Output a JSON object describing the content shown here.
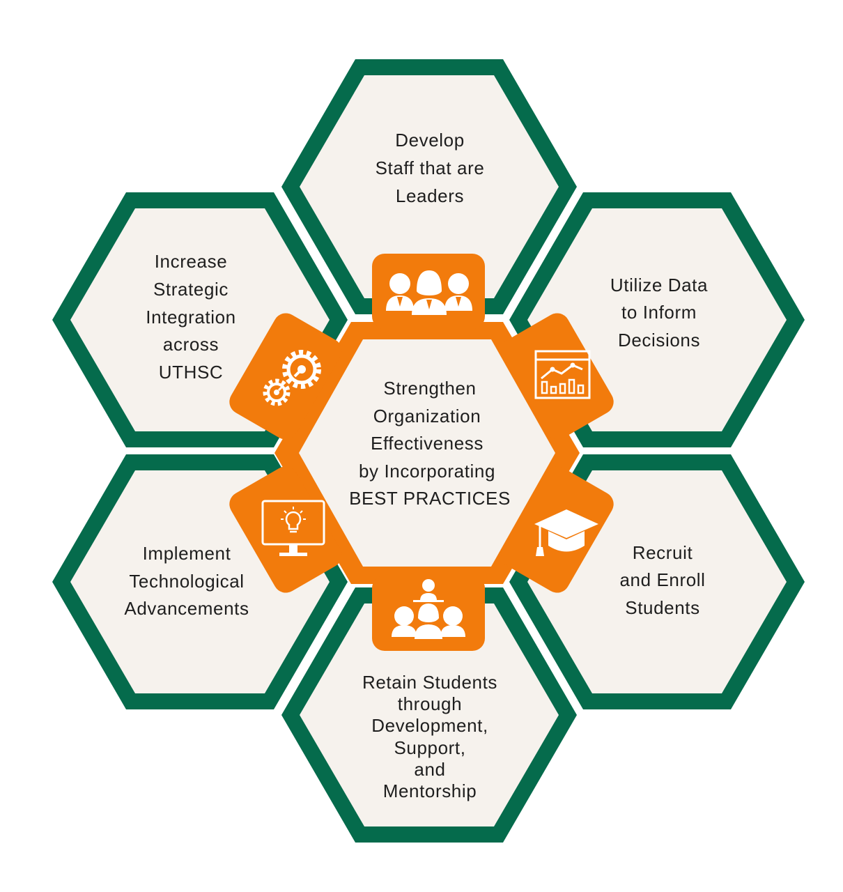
{
  "colors": {
    "green": "#056b4c",
    "cream": "#f6f2ed",
    "orange": "#f27b0c",
    "white": "#ffffff",
    "text": "#1e1e1e"
  },
  "center": {
    "lines": [
      "Strengthen",
      "Organization",
      "Effectiveness",
      "by Incorporating",
      "BEST PRACTICES"
    ]
  },
  "segments": [
    {
      "id": "top",
      "icon": "leaders-group-icon",
      "lines": [
        "Develop",
        "Staff that are",
        "Leaders"
      ]
    },
    {
      "id": "upper-right",
      "icon": "chart-icon",
      "lines": [
        "Utilize Data",
        "to Inform",
        "Decisions"
      ]
    },
    {
      "id": "lower-right",
      "icon": "graduation-cap-icon",
      "lines": [
        "Recruit",
        "and Enroll",
        "Students"
      ]
    },
    {
      "id": "bottom",
      "icon": "presentation-audience-icon",
      "lines": [
        "Retain Students",
        "through",
        "Development,",
        "Support,",
        "and",
        "Mentorship"
      ]
    },
    {
      "id": "lower-left",
      "icon": "monitor-lightbulb-icon",
      "lines": [
        "Implement",
        "Technological",
        "Advancements"
      ]
    },
    {
      "id": "upper-left",
      "icon": "gears-icon",
      "lines": [
        "Increase",
        "Strategic",
        "Integration",
        "across",
        "UTHSC"
      ]
    }
  ]
}
